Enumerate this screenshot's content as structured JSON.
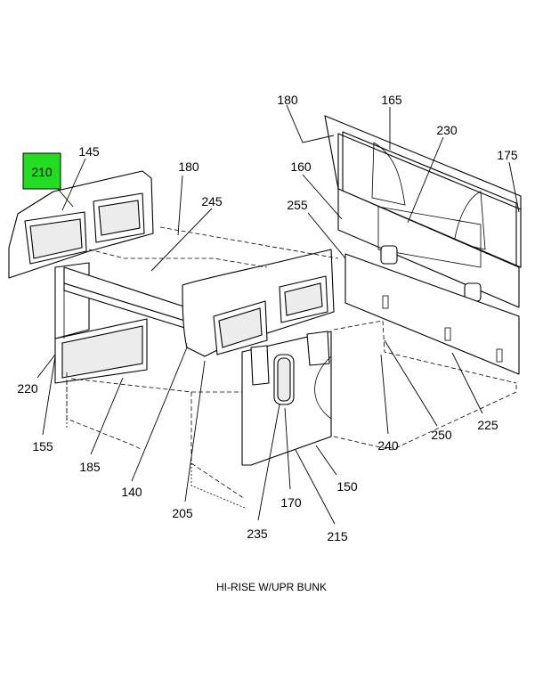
{
  "caption": "HI-RISE W/UPR BUNK",
  "highlight_color": "#22dd22",
  "highlighted_callout": "210",
  "callouts": {
    "c210": "210",
    "c145": "145",
    "c180a": "180",
    "c245": "245",
    "c180b": "180",
    "c165": "165",
    "c230": "230",
    "c160": "160",
    "c175": "175",
    "c255": "255",
    "c220": "220",
    "c155": "155",
    "c185": "185",
    "c140": "140",
    "c205": "205",
    "c235": "235",
    "c170": "170",
    "c150": "150",
    "c215": "215",
    "c240": "240",
    "c250": "250",
    "c225": "225"
  }
}
